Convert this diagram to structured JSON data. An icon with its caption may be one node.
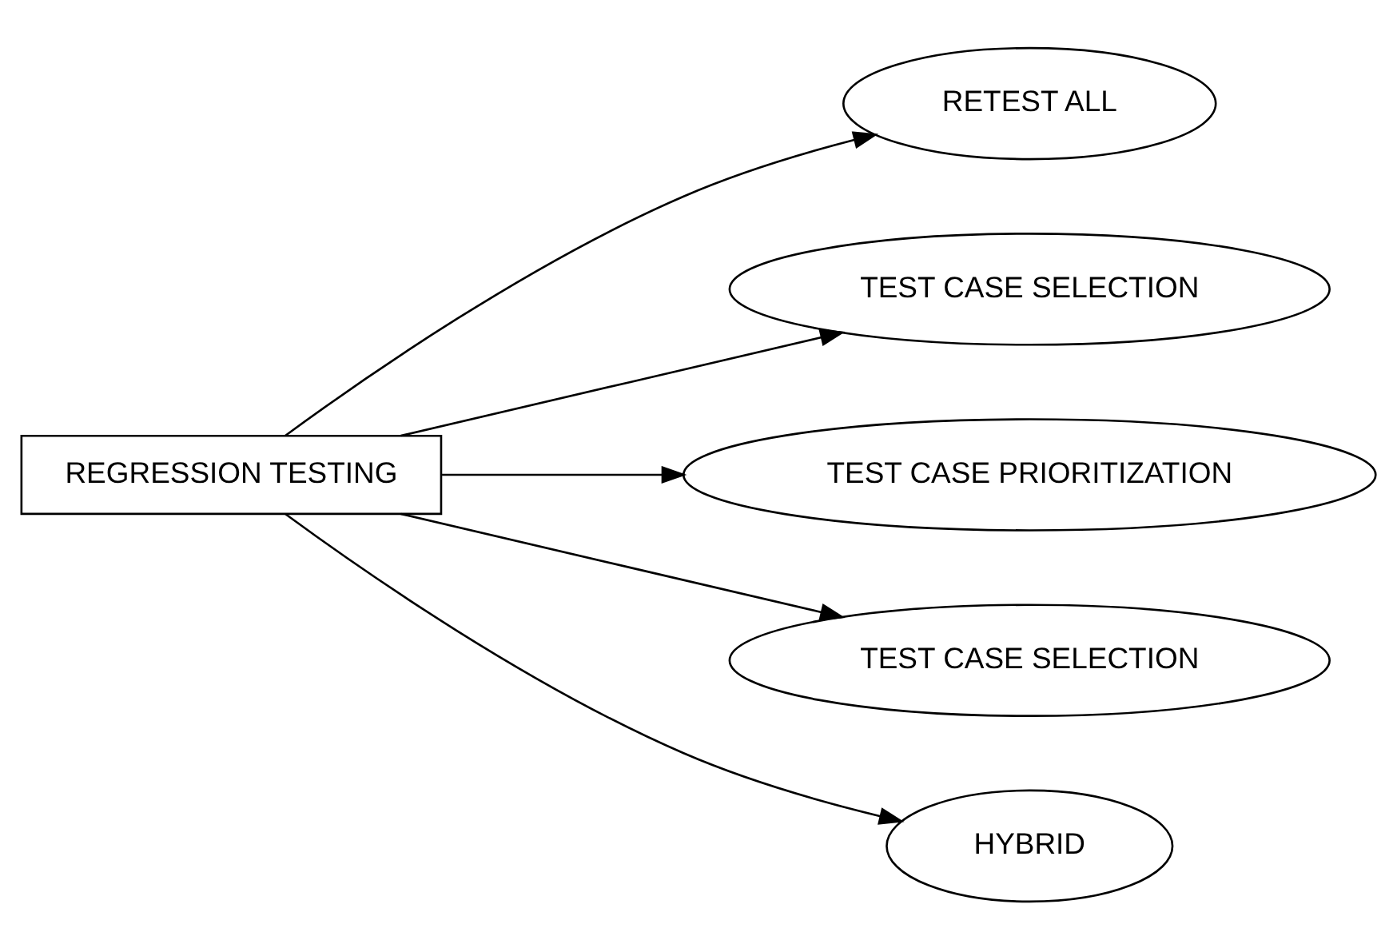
{
  "diagram": {
    "nodes": [
      {
        "text": [
          "RETEST ALL"
        ]
      },
      {
        "text": [
          "TEST CASE SELECTION"
        ]
      },
      {
        "text": [
          "REGRESSION TESTING"
        ]
      },
      {
        "text": [
          "TEST CASE PRIORITIZATION"
        ]
      },
      {
        "text": [
          "TEST CASE SELECTION"
        ]
      },
      {
        "text": [
          "HYBRID"
        ]
      }
    ],
    "edges": [
      {
        "from": 2,
        "to": 0,
        "arrow": "to"
      },
      {
        "from": 2,
        "to": 1,
        "arrow": "to"
      },
      {
        "from": 2,
        "to": 3,
        "arrow": "to"
      },
      {
        "from": 2,
        "to": 4,
        "arrow": "to"
      },
      {
        "from": 2,
        "to": 5,
        "arrow": "to"
      }
    ]
  }
}
